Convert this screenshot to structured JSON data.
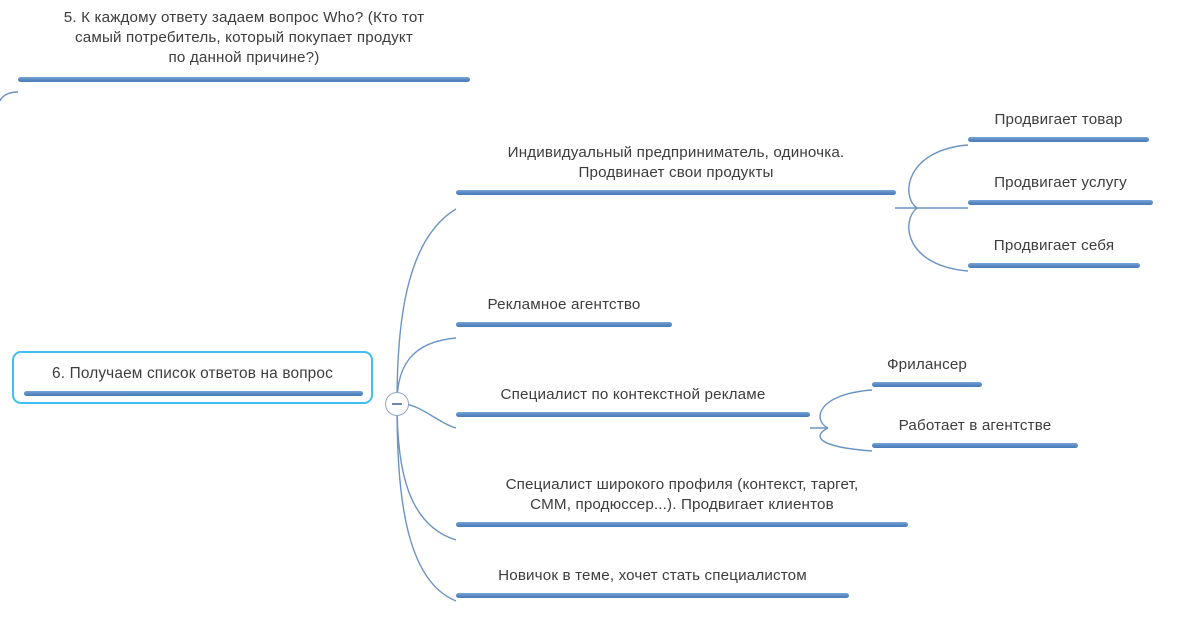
{
  "diagram": {
    "type": "mind-map",
    "title": "Мозговая карта: Who? — список ответов",
    "colors": {
      "branch_bar": "#5c8dc6",
      "connector_line": "#6b93c4",
      "center_node_border": "#3fc0f0",
      "text": "#3d3d3d",
      "background": "#ffffff"
    }
  },
  "nodes": {
    "question_node": {
      "id": "node-5",
      "label": "5. К каждому ответу задаем вопрос Who? (Кто тот\nсамый потребитель, который покупает продукт\nпо данной причине?)"
    },
    "center_node": {
      "id": "node-6",
      "label": "6. Получаем список ответов на вопрос",
      "selected": true,
      "toggle": {
        "icon": "minus-icon",
        "state": "expanded",
        "symbol": "−"
      }
    },
    "branches": [
      {
        "id": "branch-1",
        "label": "Индивидуальный предприниматель, одиночка.\nПродвинает свои продукты",
        "children": [
          {
            "id": "branch-1-1",
            "label": "Продвигает товар"
          },
          {
            "id": "branch-1-2",
            "label": "Продвигает услугу"
          },
          {
            "id": "branch-1-3",
            "label": "Продвигает себя"
          }
        ]
      },
      {
        "id": "branch-2",
        "label": "Рекламное агентство",
        "children": []
      },
      {
        "id": "branch-3",
        "label": "Специалист по контекстной рекламе",
        "children": [
          {
            "id": "branch-3-1",
            "label": "Фрилансер"
          },
          {
            "id": "branch-3-2",
            "label": "Работает в агентстве"
          }
        ]
      },
      {
        "id": "branch-4",
        "label": "Специалист широкого профиля (контекст, таргет,\nСММ, продюссер...). Продвигает клиентов",
        "children": []
      },
      {
        "id": "branch-5",
        "label": "Новичок в теме, хочет стать специалистом",
        "children": []
      }
    ]
  }
}
